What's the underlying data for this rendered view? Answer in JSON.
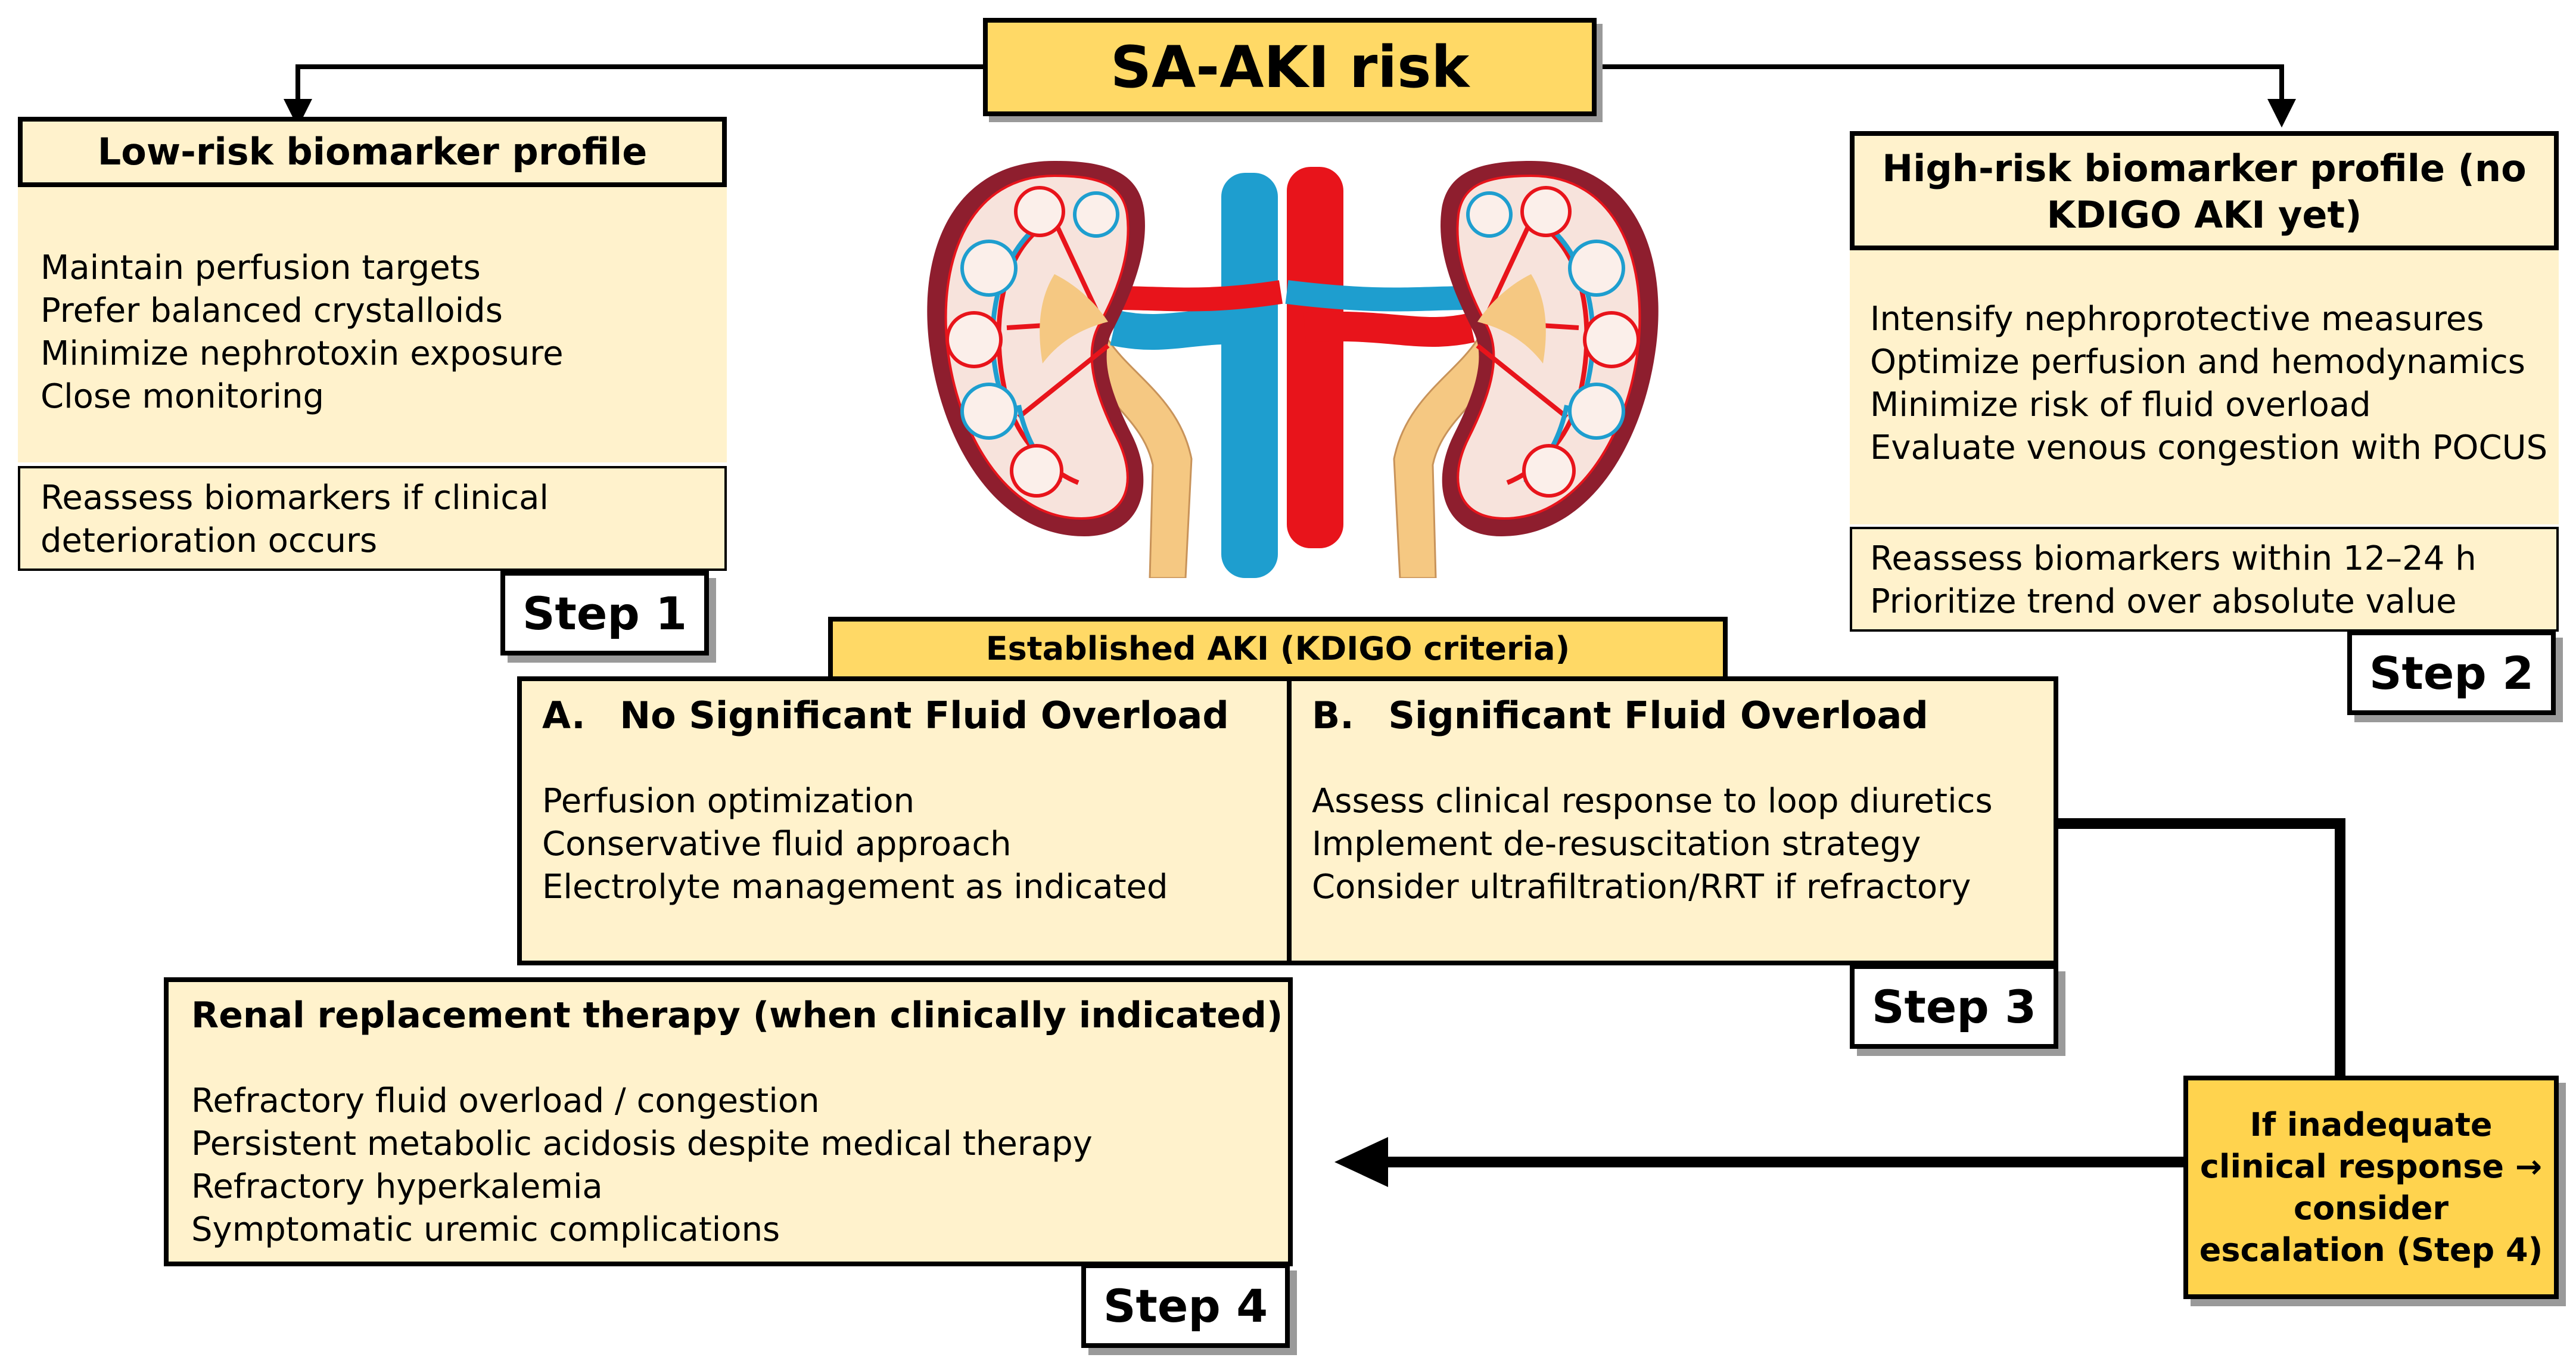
{
  "title": "SA-AKI risk",
  "low_risk": {
    "header": "Low-risk biomarker profile",
    "items": [
      "Maintain perfusion targets",
      "Prefer balanced crystalloids",
      "Minimize nephrotoxin exposure",
      "Close monitoring"
    ],
    "reassess": [
      "Reassess biomarkers if clinical",
      "deterioration occurs"
    ],
    "step": "Step 1"
  },
  "high_risk": {
    "header": [
      "High-risk biomarker profile (no",
      "KDIGO AKI yet)"
    ],
    "items": [
      "Intensify nephroprotective measures",
      "Optimize perfusion and hemodynamics",
      "Minimize risk of fluid overload",
      "Evaluate venous congestion with POCUS"
    ],
    "reassess": [
      "Reassess biomarkers within 12–24 h",
      "Prioritize trend over absolute value"
    ],
    "step": "Step 2"
  },
  "established": {
    "header": "Established AKI (KDIGO criteria)",
    "col_a": {
      "label": "A.",
      "title": "No Significant Fluid Overload",
      "items": [
        "Perfusion optimization",
        "Conservative fluid approach",
        "Electrolyte management as indicated"
      ]
    },
    "col_b": {
      "label": "B.",
      "title": "Significant Fluid Overload",
      "items": [
        "Assess clinical response to loop diuretics",
        "Implement de-resuscitation strategy",
        "Consider ultrafiltration/RRT if refractory"
      ]
    },
    "step": "Step 3"
  },
  "rrt": {
    "title": "Renal replacement therapy (when clinically indicated)",
    "items": [
      "Refractory fluid overload / congestion",
      "Persistent metabolic acidosis despite medical therapy",
      "Refractory hyperkalemia",
      "Symptomatic uremic complications"
    ],
    "step": "Step 4"
  },
  "escalation": {
    "lines": [
      "If inadequate",
      "clinical response →",
      "consider",
      "escalation (Step 4)"
    ]
  },
  "colors": {
    "box_fill": "#FFF2CC",
    "title_fill": "#FFD966",
    "escalation_fill": "#FFD34E",
    "artery": "#E8141B",
    "vein": "#1E9ECF",
    "kidney_outer": "#8E1E2E",
    "ureter": "#F5C882"
  }
}
